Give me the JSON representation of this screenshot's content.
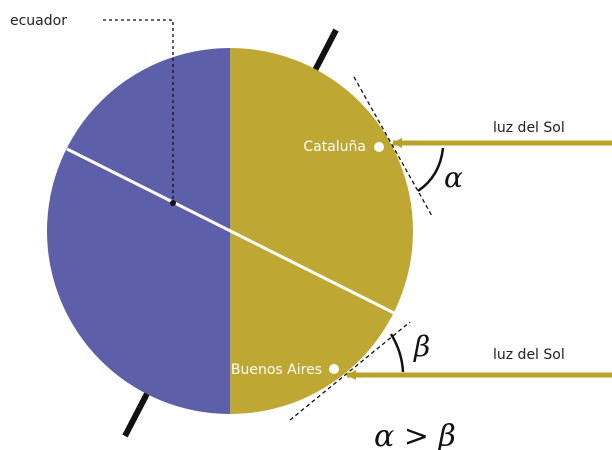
{
  "labels": {
    "equator": "ecuador",
    "sunlight_top": "luz del Sol",
    "sunlight_bottom": "luz del Sol",
    "city_north": "Cataluña",
    "city_south": "Buenos Aires",
    "angle_alpha": "α",
    "angle_beta": "β",
    "comparison": "α > β"
  },
  "colors": {
    "night_side": "#5D5FA8",
    "day_side": "#BFA733",
    "sun_ray": "#B9A22A",
    "axis": "#111111",
    "equator_line": "#ffffff"
  }
}
